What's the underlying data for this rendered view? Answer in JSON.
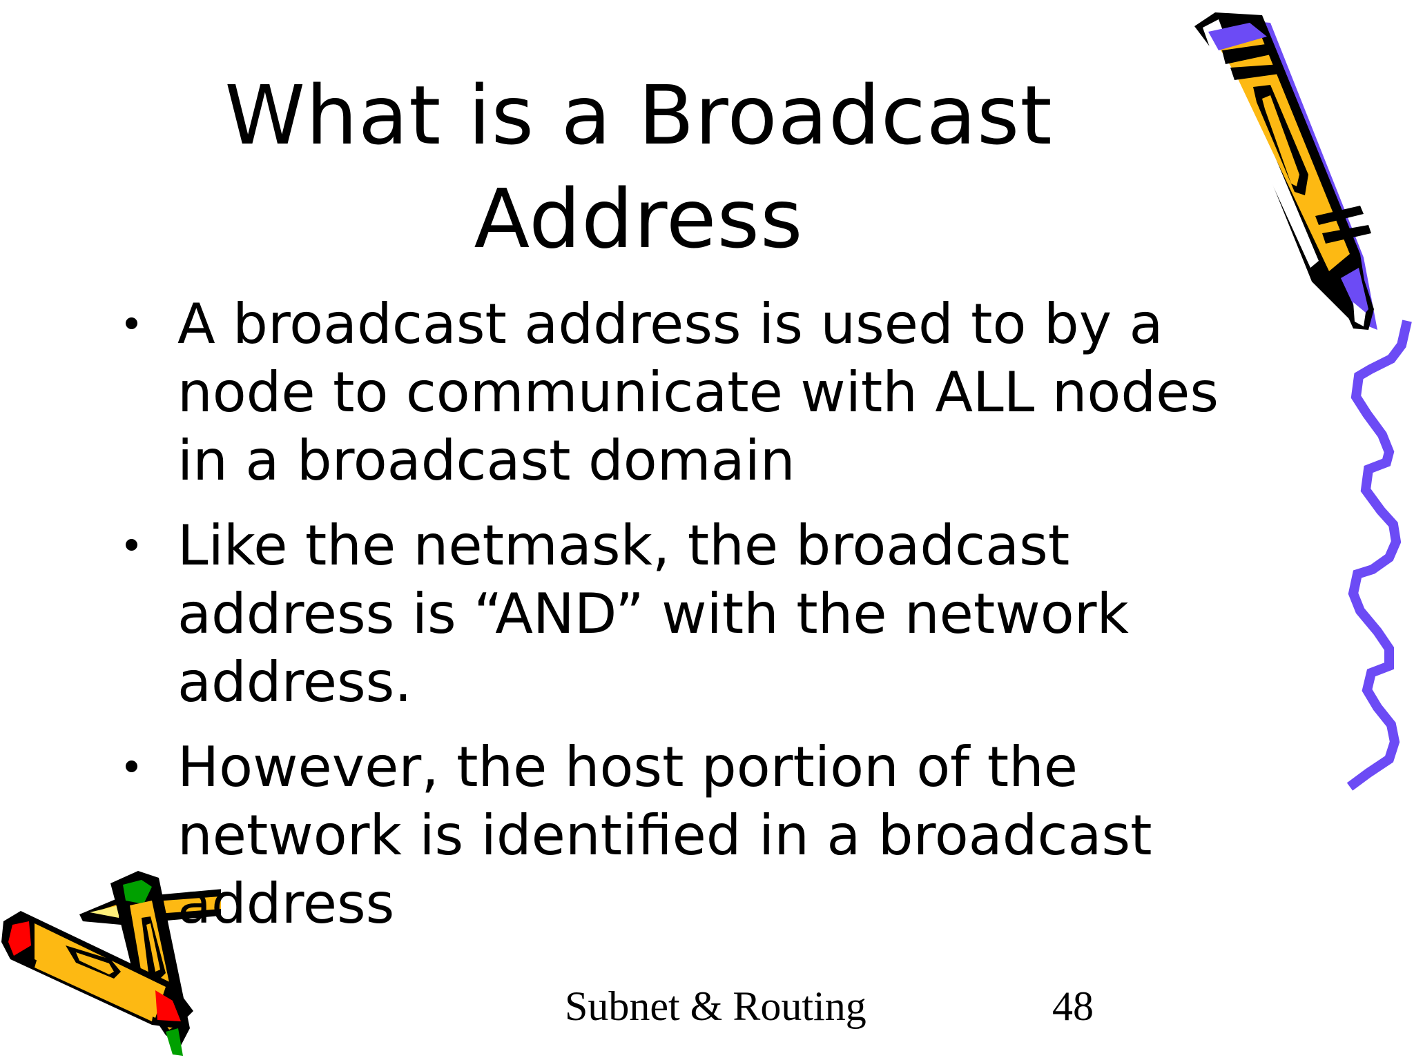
{
  "slide": {
    "title_lines": [
      "What is a Broadcast",
      "Address"
    ],
    "bullets": [
      {
        "lines": [
          "A broadcast address is used to by a",
          "node to communicate with ALL nodes",
          "in a broadcast domain"
        ]
      },
      {
        "lines": [
          "Like the netmask, the broadcast",
          "address is “AND” with the network",
          "address."
        ]
      },
      {
        "lines": [
          "However, the host portion of the",
          "network is identified in a broadcast",
          "address"
        ]
      }
    ],
    "footer": {
      "title": "Subnet & Routing",
      "page_number": "48"
    }
  },
  "decorations": {
    "top_right_pencil": {
      "body": "#FDB913",
      "accent": "#6C4BF5",
      "outline": "#000000"
    },
    "right_squiggle": {
      "color": "#6C4BF5"
    },
    "bottom_left_pencils": {
      "body": "#FDB913",
      "tip_red": "#FF0000",
      "tip_green": "#00A000",
      "highlight": "#FFF07A"
    }
  }
}
